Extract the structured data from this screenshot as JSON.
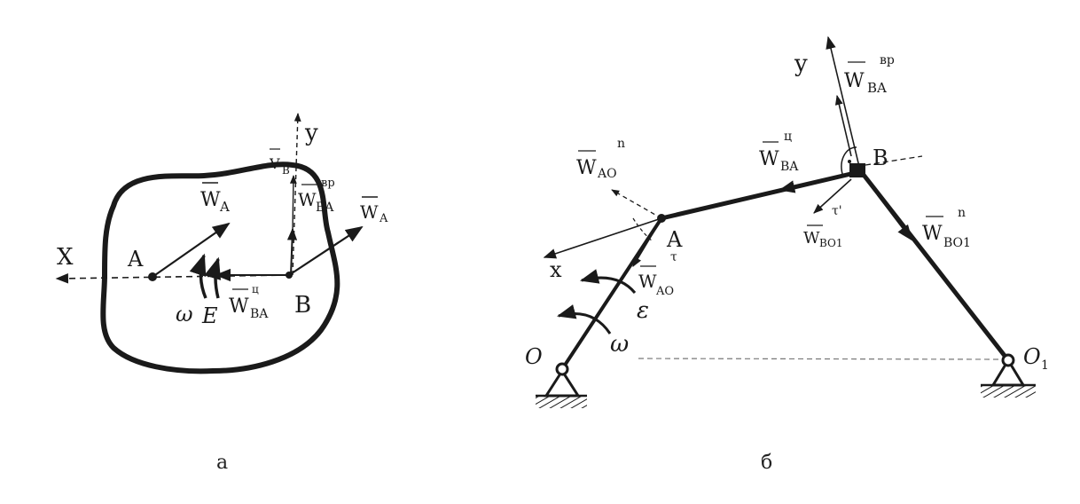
{
  "colors": {
    "ink": "#1a1a1a",
    "paper": "#ffffff"
  },
  "figure_a": {
    "caption": "а",
    "point_a": "A",
    "point_b": "B",
    "axis_x": "X",
    "axis_y": "y",
    "omega": "ω",
    "epsilon": "E",
    "vector_wa_top": {
      "main": "W",
      "sub": "A"
    },
    "vector_wa_right": {
      "main": "W",
      "sub": "A"
    },
    "vector_vb": {
      "main": "V",
      "sub": "B"
    },
    "vector_wba_vr": {
      "main": "W",
      "sub": "BA",
      "sup": "вр"
    },
    "vector_wba_c": {
      "main": "W",
      "sub": "BA",
      "sup": "ц"
    }
  },
  "figure_b": {
    "caption": "б",
    "point_a": "A",
    "point_b": "B",
    "point_o": "O",
    "point_o1": {
      "main": "O",
      "sub": "1"
    },
    "axis_x": "x",
    "axis_y": "y",
    "omega": "ω",
    "epsilon": "ε",
    "vector_wao_n": {
      "main": "W",
      "sub": "AO",
      "sup": "n"
    },
    "vector_wao_tau": {
      "main": "W",
      "sub": "AO",
      "sup": "τ"
    },
    "vector_wba_c": {
      "main": "W",
      "sub": "BA",
      "sup": "ц"
    },
    "vector_wba_vr": {
      "main": "W",
      "sub": "BA",
      "sup": "вр"
    },
    "vector_wbo1_tau": {
      "main": "W",
      "sub": "BO1",
      "sup": "τ'"
    },
    "vector_wbo1_n": {
      "main": "W",
      "sub": "BO1",
      "sup": "n"
    }
  }
}
